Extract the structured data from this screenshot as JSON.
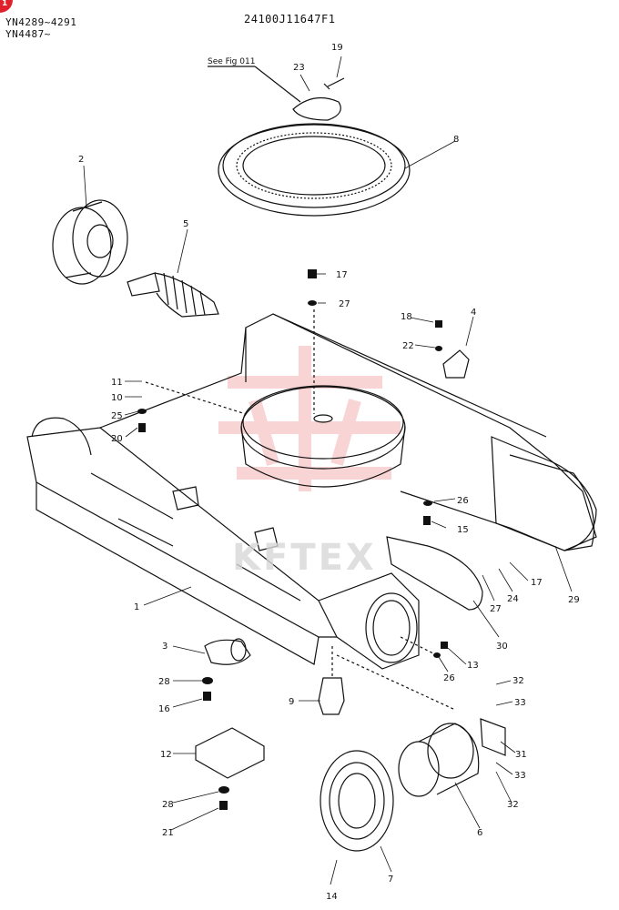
{
  "header": {
    "serial_line_1": "YN4289~4291",
    "serial_line_2": "YN4487~",
    "part_code": "24100J11647F1",
    "corner_mark": "1"
  },
  "reference_note": "See Fig 011",
  "watermark": "KFTEX",
  "callouts": [
    {
      "id": "c1",
      "text": "1"
    },
    {
      "id": "c2",
      "text": "2"
    },
    {
      "id": "c3",
      "text": "3"
    },
    {
      "id": "c4",
      "text": "4"
    },
    {
      "id": "c5",
      "text": "5"
    },
    {
      "id": "c6",
      "text": "6"
    },
    {
      "id": "c7",
      "text": "7"
    },
    {
      "id": "c8",
      "text": "8"
    },
    {
      "id": "c9",
      "text": "9"
    },
    {
      "id": "c10",
      "text": "10"
    },
    {
      "id": "c11",
      "text": "11"
    },
    {
      "id": "c12",
      "text": "12"
    },
    {
      "id": "c13",
      "text": "13"
    },
    {
      "id": "c14",
      "text": "14"
    },
    {
      "id": "c15",
      "text": "15"
    },
    {
      "id": "c16",
      "text": "16"
    },
    {
      "id": "c17a",
      "text": "17"
    },
    {
      "id": "c17b",
      "text": "17"
    },
    {
      "id": "c18",
      "text": "18"
    },
    {
      "id": "c19",
      "text": "19"
    },
    {
      "id": "c20",
      "text": "20"
    },
    {
      "id": "c21",
      "text": "21"
    },
    {
      "id": "c22",
      "text": "22"
    },
    {
      "id": "c23",
      "text": "23"
    },
    {
      "id": "c24",
      "text": "24"
    },
    {
      "id": "c25",
      "text": "25"
    },
    {
      "id": "c26a",
      "text": "26"
    },
    {
      "id": "c26b",
      "text": "26"
    },
    {
      "id": "c27a",
      "text": "27"
    },
    {
      "id": "c27b",
      "text": "27"
    },
    {
      "id": "c28a",
      "text": "28"
    },
    {
      "id": "c28b",
      "text": "28"
    },
    {
      "id": "c29",
      "text": "29"
    },
    {
      "id": "c30",
      "text": "30"
    },
    {
      "id": "c31",
      "text": "31"
    },
    {
      "id": "c32a",
      "text": "32"
    },
    {
      "id": "c32b",
      "text": "32"
    },
    {
      "id": "c33a",
      "text": "33"
    },
    {
      "id": "c33b",
      "text": "33"
    }
  ]
}
